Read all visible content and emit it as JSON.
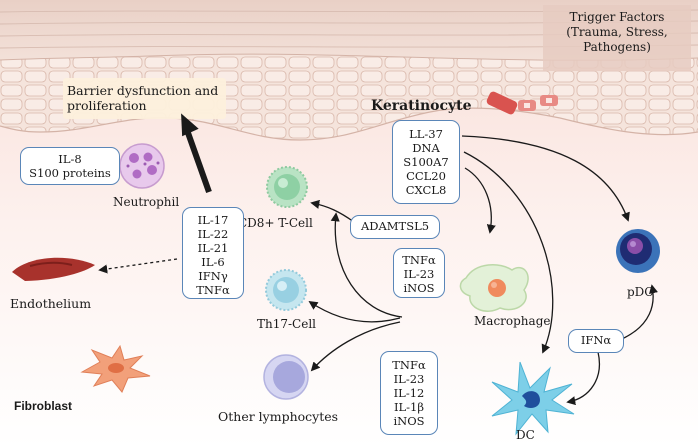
{
  "trigger": {
    "title": "Trigger Factors",
    "lines": [
      "(Trauma, Stress,",
      "Pathogens)"
    ]
  },
  "barrier": {
    "line1": "Barrier dysfunction and",
    "line2": "proliferation"
  },
  "keratinocyte": {
    "label": "Keratinocyte"
  },
  "kerat_mediators": [
    "LL-37",
    "DNA",
    "S100A7",
    "CCL20",
    "CXCL8"
  ],
  "neutrophil_box": [
    "IL-8",
    "S100 proteins"
  ],
  "cells": {
    "neutrophil": "Neutrophil",
    "cd8": "CD8+ T-Cell",
    "th17": "Th17-Cell",
    "endothelium": "Endothelium",
    "fibroblast": "Fibroblast",
    "other": "Other lymphocytes",
    "macrophage": "Macrophage",
    "pdc": "pDC",
    "dc": "DC"
  },
  "th17_cytokines": [
    "IL-17",
    "IL-22",
    "IL-21",
    "IL-6",
    "IFNγ",
    "TNFα"
  ],
  "adamtsl5": "ADAMTSL5",
  "macrophage_cytokines": [
    "TNFα",
    "IL-23",
    "iNOS"
  ],
  "dc_cytokines": [
    "TNFα",
    "IL-23",
    "IL-12",
    "IL-1β",
    "iNOS"
  ],
  "ifna": "IFNα",
  "colors": {
    "box_border": "#5a86b8",
    "arrow": "#1a1a1a",
    "skin_top": "#efd9cf",
    "dermis": "#fbe7e2"
  }
}
